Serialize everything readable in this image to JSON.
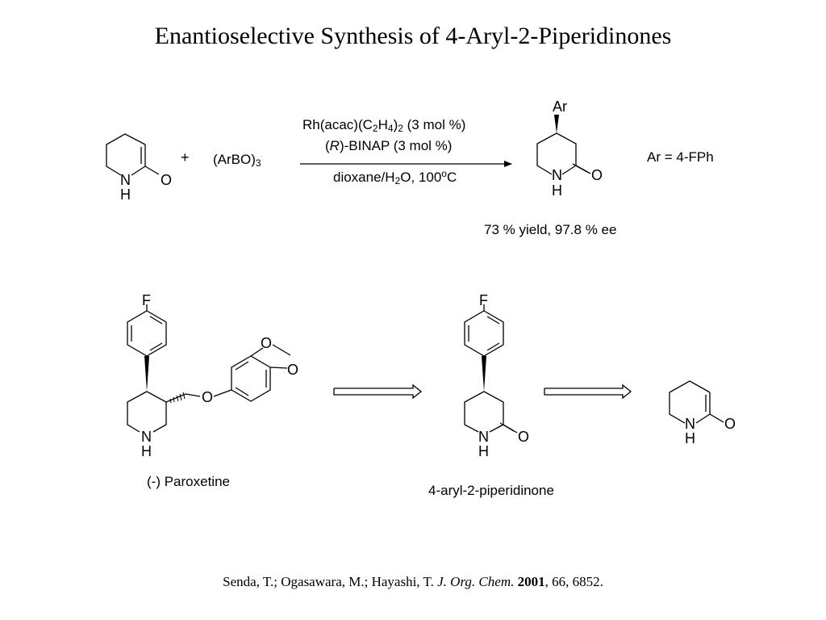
{
  "title": "Enantioselective Synthesis of 4-Aryl-2-Piperidinones",
  "reaction": {
    "plus": "+",
    "reagent_main": "(ArBO)",
    "reagent_sub": "3",
    "cond1_a": "Rh(acac)(C",
    "cond1_sub1": "2",
    "cond1_b": "H",
    "cond1_sub2": "4",
    "cond1_c": ")",
    "cond1_sub3": "2",
    "cond1_d": " (3 mol %)",
    "cond2_open": "(",
    "cond2_R": "R",
    "cond2_rest": ")-BINAP (3 mol %)",
    "cond3_a": "dioxane/H",
    "cond3_sub": "2",
    "cond3_b": "O, 100",
    "cond3_sup": "o",
    "cond3_c": "C",
    "ar_def": "Ar = 4-FPh",
    "yield": "73 % yield, 97.8 % ee"
  },
  "atoms": {
    "O": "O",
    "N": "N",
    "H": "H",
    "F": "F",
    "Ar": "Ar"
  },
  "labels": {
    "paroxetine": "(-) Paroxetine",
    "arylpiperidinone": "4-aryl-2-piperidinone"
  },
  "citation": {
    "authors": "Senda, T.; Ogasawara, M.; Hayashi, T. ",
    "journal": "J. Org. Chem.",
    "year": "2001",
    "rest": ", 66, 6852."
  }
}
